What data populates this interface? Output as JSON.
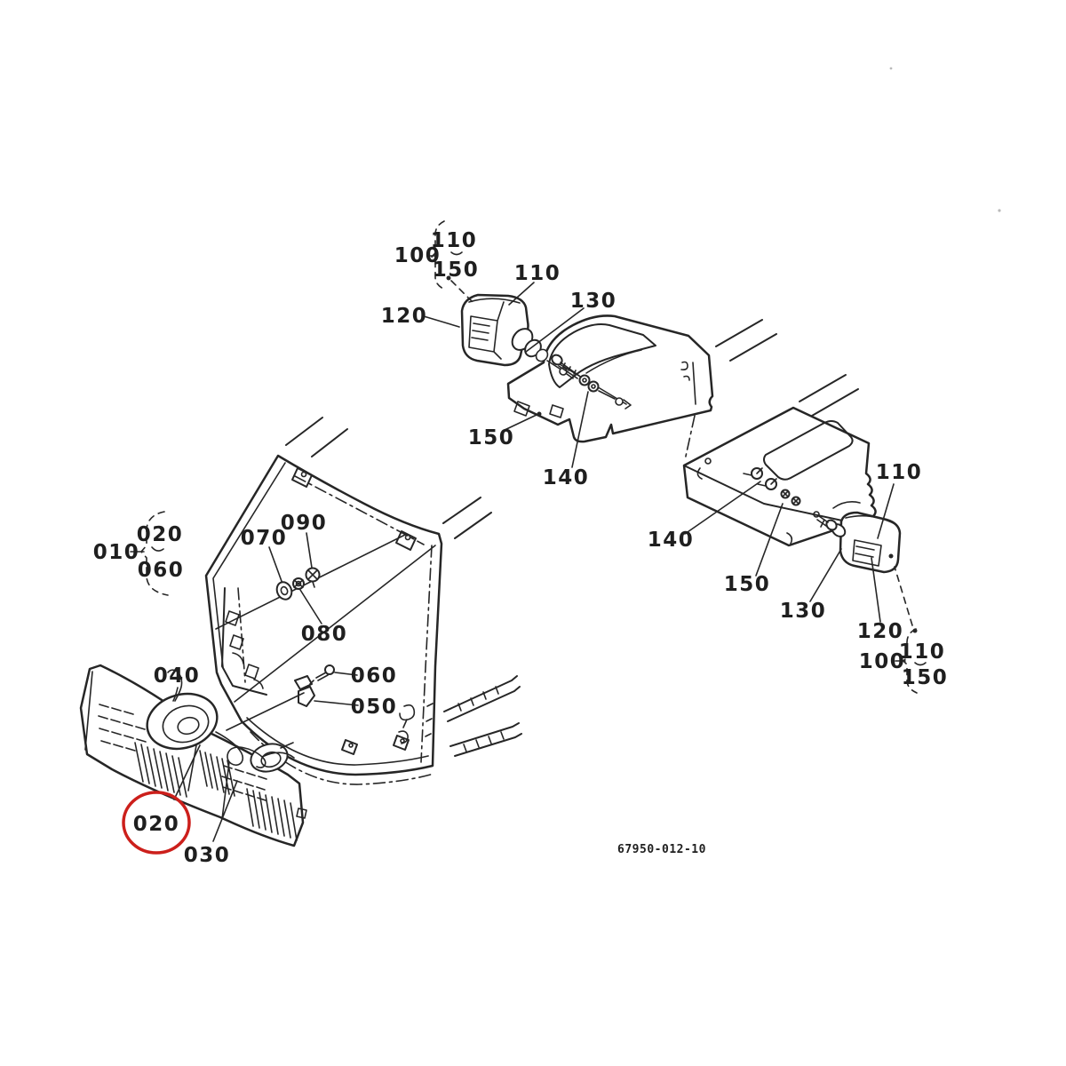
{
  "document": {
    "type": "exploded-parts-diagram",
    "background": "#ffffff",
    "ink_color": "#262626",
    "drawing_code": "67950-012-10"
  },
  "highlight": {
    "color": "#cc1f1b",
    "circled_part": "020"
  },
  "callouts": {
    "hood_group": {
      "assembly": "010",
      "first": "020",
      "last": "060"
    },
    "hood_fasteners": {
      "washer": "070",
      "collar": "080",
      "nut": "090"
    },
    "front_parts": {
      "harness": "040",
      "clamp_bolt": "060",
      "clamp": "050",
      "grille": "020",
      "lens": "030"
    },
    "top_lamp": {
      "kit": "100",
      "kit_bulb": "110",
      "kit_screw": "150",
      "lamp": "110",
      "ring": "130",
      "body": "120",
      "bolt": "150",
      "washer": "140"
    },
    "right_lamp": {
      "washer": "140",
      "bolt": "150",
      "ring": "130",
      "body": "120",
      "lamp": "110",
      "kit": "100",
      "kit_bulb": "110",
      "kit_screw": "150"
    }
  }
}
